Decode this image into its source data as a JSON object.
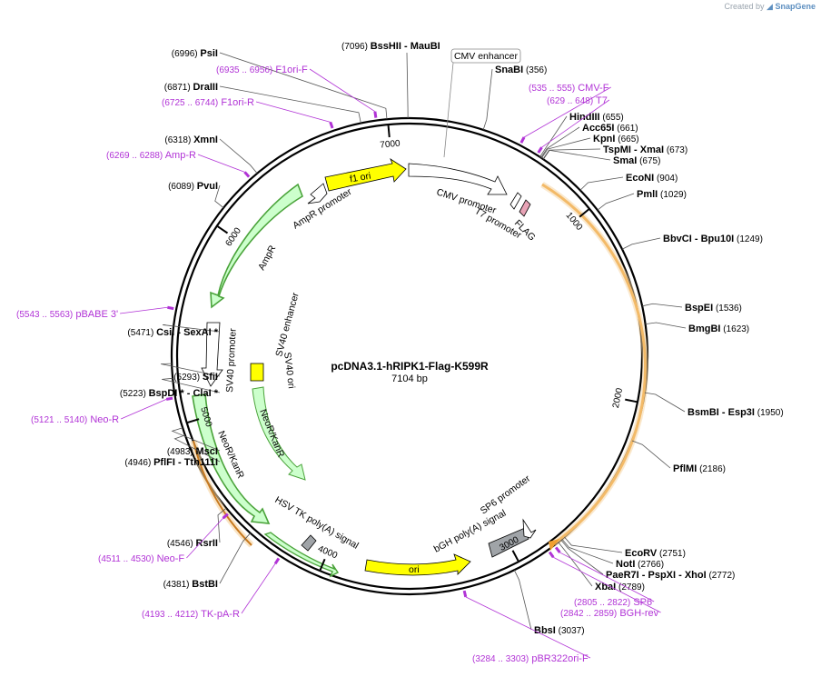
{
  "credit": {
    "prefix": "Created by",
    "brand": "SnapGene"
  },
  "plasmid": {
    "name": "pcDNA3.1-hRIPK1-Flag-K599R",
    "length_label": "7104 bp",
    "total_bp": 7104
  },
  "ticks": [
    {
      "bp": 1000,
      "label": "1000"
    },
    {
      "bp": 2000,
      "label": "2000"
    },
    {
      "bp": 3000,
      "label": "3000"
    },
    {
      "bp": 4000,
      "label": "4000"
    },
    {
      "bp": 5000,
      "label": "5000"
    },
    {
      "bp": 6000,
      "label": "6000"
    },
    {
      "bp": 7000,
      "label": "7000"
    }
  ],
  "sites": [
    {
      "name": "BssHII",
      "name2": "MauBI",
      "pos": "(7096)",
      "bp": 7096,
      "side": "top"
    },
    {
      "name": "PsiI",
      "pos": "(6996)",
      "bp": 6996,
      "side": "left"
    },
    {
      "name": "DraIII",
      "pos": "(6871)",
      "bp": 6871,
      "side": "left"
    },
    {
      "name": "XmnI",
      "pos": "(6318)",
      "bp": 6318,
      "side": "left"
    },
    {
      "name": "PvuI",
      "pos": "(6089)",
      "bp": 6089,
      "side": "left"
    },
    {
      "name": "CsiI",
      "name2": "SexAI *",
      "pos": "(5471)",
      "bp": 5471,
      "side": "left"
    },
    {
      "name": "SfiI",
      "pos": "(5293)",
      "bp": 5293,
      "side": "left"
    },
    {
      "name": "BspDI *",
      "name2": "ClaI *",
      "pos": "(5223)",
      "bp": 5223,
      "side": "left"
    },
    {
      "name": "MscI",
      "pos": "(4983)",
      "bp": 4983,
      "side": "left"
    },
    {
      "name": "PflFI",
      "name2": "Tth111I",
      "pos": "(4946)",
      "bp": 4946,
      "side": "left"
    },
    {
      "name": "RsrII",
      "pos": "(4546)",
      "bp": 4546,
      "side": "left"
    },
    {
      "name": "BstBI",
      "pos": "(4381)",
      "bp": 4381,
      "side": "left"
    },
    {
      "name": "SnaBI",
      "pos": "(356)",
      "bp": 356,
      "side": "right"
    },
    {
      "name": "HindIII",
      "pos": "(655)",
      "bp": 655,
      "side": "right"
    },
    {
      "name": "Acc65I",
      "pos": "(661)",
      "bp": 661,
      "side": "right"
    },
    {
      "name": "KpnI",
      "pos": "(665)",
      "bp": 665,
      "side": "right"
    },
    {
      "name": "TspMI",
      "name2": "XmaI",
      "pos": "(673)",
      "bp": 673,
      "side": "right"
    },
    {
      "name": "SmaI",
      "pos": "(675)",
      "bp": 675,
      "side": "right"
    },
    {
      "name": "EcoNI",
      "pos": "(904)",
      "bp": 904,
      "side": "right"
    },
    {
      "name": "PmlI",
      "pos": "(1029)",
      "bp": 1029,
      "side": "right"
    },
    {
      "name": "BbvCI",
      "name2": "Bpu10I",
      "pos": "(1249)",
      "bp": 1249,
      "side": "right"
    },
    {
      "name": "BspEI",
      "pos": "(1536)",
      "bp": 1536,
      "side": "right"
    },
    {
      "name": "BmgBI",
      "pos": "(1623)",
      "bp": 1623,
      "side": "right"
    },
    {
      "name": "BsmBI",
      "name2": "Esp3I",
      "pos": "(1950)",
      "bp": 1950,
      "side": "right"
    },
    {
      "name": "PflMI",
      "pos": "(2186)",
      "bp": 2186,
      "side": "right"
    },
    {
      "name": "EcoRV",
      "pos": "(2751)",
      "bp": 2751,
      "side": "right"
    },
    {
      "name": "NotI",
      "pos": "(2766)",
      "bp": 2766,
      "side": "right"
    },
    {
      "name": "PaeR7I",
      "name2": "PspXI",
      "name3": "XhoI",
      "pos": "(2772)",
      "bp": 2772,
      "side": "right"
    },
    {
      "name": "XbaI",
      "pos": "(2789)",
      "bp": 2789,
      "side": "right"
    },
    {
      "name": "BbsI",
      "pos": "(3037)",
      "bp": 3037,
      "side": "right"
    }
  ],
  "primers": [
    {
      "name": "F1ori-F",
      "pos": "(6935 .. 6956)",
      "bp": 6945
    },
    {
      "name": "F1ori-R",
      "pos": "(6725 .. 6744)",
      "bp": 6735
    },
    {
      "name": "Amp-R",
      "pos": "(6269 .. 6288)",
      "bp": 6278
    },
    {
      "name": "pBABE 3'",
      "pos": "(5543 .. 5563)",
      "bp": 5553
    },
    {
      "name": "Neo-R",
      "pos": "(5121 .. 5140)",
      "bp": 5130
    },
    {
      "name": "Neo-F",
      "pos": "(4511 .. 4530)",
      "bp": 4520
    },
    {
      "name": "TK-pA-R",
      "pos": "(4193 .. 4212)",
      "bp": 4202
    },
    {
      "name": "CMV-F",
      "pos": "(535 .. 555)",
      "bp": 545
    },
    {
      "name": "T7",
      "pos": "(629 .. 648)",
      "bp": 638
    },
    {
      "name": "SP6",
      "pos": "(2805 .. 2822)",
      "bp": 2813
    },
    {
      "name": "BGH-rev",
      "pos": "(2842 .. 2859)",
      "bp": 2850
    },
    {
      "name": "pBR322ori-F",
      "pos": "(3284 .. 3303)",
      "bp": 3293
    }
  ],
  "features": [
    {
      "label": "CMV enhancer",
      "boxed": true
    },
    {
      "label": "CMV promoter"
    },
    {
      "label": "T7 promoter"
    },
    {
      "label": "FLAG"
    },
    {
      "label": "f1 ori"
    },
    {
      "label": "AmpR promoter"
    },
    {
      "label": "AmpR"
    },
    {
      "label": "SV40 promoter"
    },
    {
      "label": "SV40 enhancer"
    },
    {
      "label": "SV40 ori"
    },
    {
      "label": "NeoR/KanR"
    },
    {
      "label": "NeoR/KanR"
    },
    {
      "label": "HSV TK poly(A) signal"
    },
    {
      "label": "ori"
    },
    {
      "label": "bGH poly(A) signal"
    },
    {
      "label": "SP6 promoter"
    }
  ],
  "colors": {
    "primer": "#b133d6",
    "ori_fill": "#ffff00",
    "amp_fill": "#ccffcc",
    "orf_outline": "#4aa33a",
    "insert": "#f0a030",
    "grey_feature": "#a0a4a8",
    "flag": "#e8a3b6"
  }
}
